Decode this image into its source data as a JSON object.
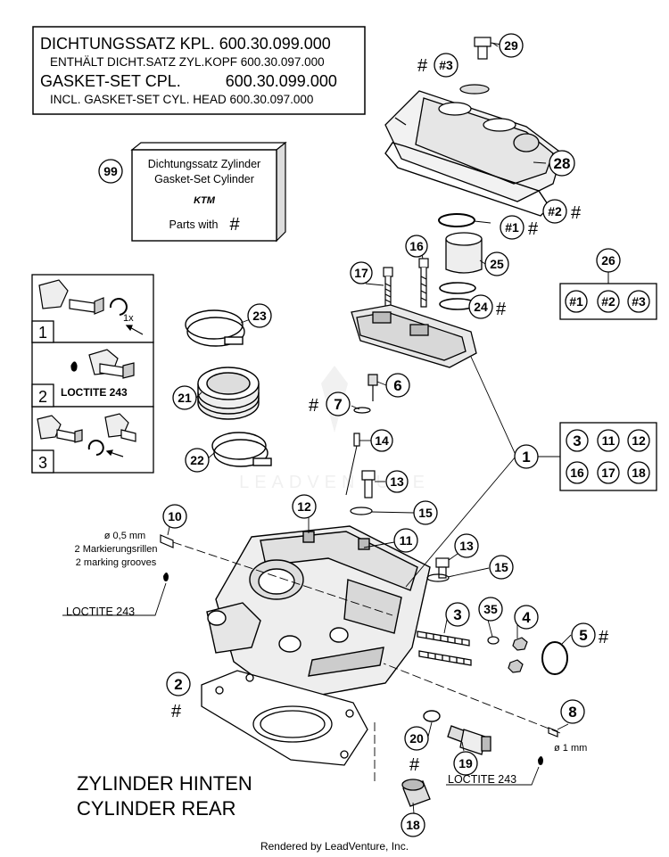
{
  "header_box": {
    "line1": "DICHTUNGSSATZ KPL. 600.30.099.000",
    "line2": "ENTHÄLT DICHT.SATZ ZYL.KOPF 600.30.097.000",
    "line3": "GASKET-SET CPL.          600.30.099.000",
    "line4": "INCL. GASKET-SET CYL. HEAD 600.30.097.000"
  },
  "kit_box": {
    "line1": "Dichtungssatz Zylinder",
    "line2": "Gasket-Set Cylinder",
    "brand": "KTM",
    "line3": "Parts with",
    "hash": "#"
  },
  "steps": [
    {
      "number": "1",
      "note": "1x"
    },
    {
      "number": "2",
      "note": "LOCTITE 243"
    },
    {
      "number": "3",
      "note": ""
    }
  ],
  "callouts": {
    "c1": "1",
    "c2": "2",
    "c3": "3",
    "c4": "4",
    "c5": "5",
    "c6": "6",
    "c7": "7",
    "c8": "8",
    "c10": "10",
    "c11": "11",
    "c12": "12",
    "c13a": "13",
    "c13b": "13",
    "c14": "14",
    "c15a": "15",
    "c15b": "15",
    "c16": "16",
    "c17": "17",
    "c18": "18",
    "c19": "19",
    "c20": "20",
    "c21": "21",
    "c22": "22",
    "c23": "23",
    "c24": "24",
    "c25": "25",
    "c26": "26",
    "c28": "28",
    "c29": "29",
    "c35": "35",
    "c99": "99",
    "s1": "#1",
    "s2": "#2",
    "s3": "#3",
    "g26_1": "#1",
    "g26_2": "#2",
    "g26_3": "#3",
    "g1_3": "3",
    "g1_11": "11",
    "g1_12": "12",
    "g1_16": "16",
    "g1_17": "17",
    "g1_18": "18"
  },
  "hash": "#",
  "notes": {
    "d05": "ø 0,5 mm",
    "mark_de": "2 Markierungsrillen",
    "mark_en": "2 marking grooves",
    "loctite_left": "LOCTITE 243",
    "loctite_right": "LOCTITE 243",
    "d1": "ø 1 mm"
  },
  "title": {
    "line1": "ZYLINDER HINTEN",
    "line2": "CYLINDER REAR"
  },
  "watermark": "LEADVENTURE",
  "footer": "Rendered by LeadVenture, Inc."
}
